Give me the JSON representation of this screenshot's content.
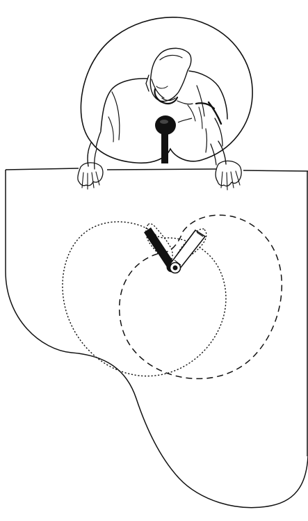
{
  "diagram": {
    "kind": "microphone polar pickup illustration",
    "colors": {
      "ink": "#111111",
      "background": "#ffffff"
    },
    "elements": {
      "performer": "person-at-piano",
      "vocal_microphone": "handheld-microphone",
      "piano": "grand-piano-outline",
      "pickup_mics": [
        "microphone-left",
        "microphone-right"
      ],
      "pickup_patterns": [
        "cardioid-pattern-left",
        "cardioid-pattern-right"
      ],
      "pattern_styles": [
        "dotted",
        "dashed"
      ]
    }
  }
}
